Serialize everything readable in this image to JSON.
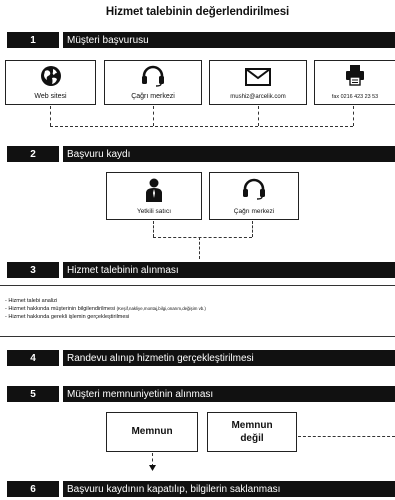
{
  "title": "Hizmet talebinin değerlendirilmesi",
  "steps": [
    {
      "num": "1",
      "label": "Müşteri başvurusu"
    },
    {
      "num": "2",
      "label": "Başvuru kaydı"
    },
    {
      "num": "3",
      "label": "Hizmet talebinin alınması"
    },
    {
      "num": "4",
      "label": "Randevu alınıp hizmetin gerçekleştirilmesi"
    },
    {
      "num": "5",
      "label": "Müşteri memnuniyetinin alınması"
    },
    {
      "num": "6",
      "label": "Başvuru kaydının kapatılıp, bilgilerin saklanması"
    }
  ],
  "channels": [
    {
      "icon": "globe-icon",
      "label": "Web sitesi"
    },
    {
      "icon": "headset-icon",
      "label": "Çağrı merkezi"
    },
    {
      "icon": "envelope-icon",
      "label": "mushiz@arcelik.com"
    },
    {
      "icon": "fax-icon",
      "label": "fax 0216 423 23 53"
    }
  ],
  "registration": [
    {
      "icon": "person-icon",
      "label": "Yetkili satıcı"
    },
    {
      "icon": "headset-icon",
      "label": "Çağrı merkezi"
    }
  ],
  "notes": [
    "- Hizmet talebi analizi",
    "- Hizmet hakkında müşterinin bilgilendirilmesi",
    "(Keşif,nakliye,montaj,bilgi,onarım,değişim vb.)",
    "- Hizmet hakkında gerekli işlemin gerçekleştirilmesi"
  ],
  "satisfaction": {
    "satisfied": "Memnun",
    "not_satisfied_1": "Memnun",
    "not_satisfied_2": "değil"
  }
}
